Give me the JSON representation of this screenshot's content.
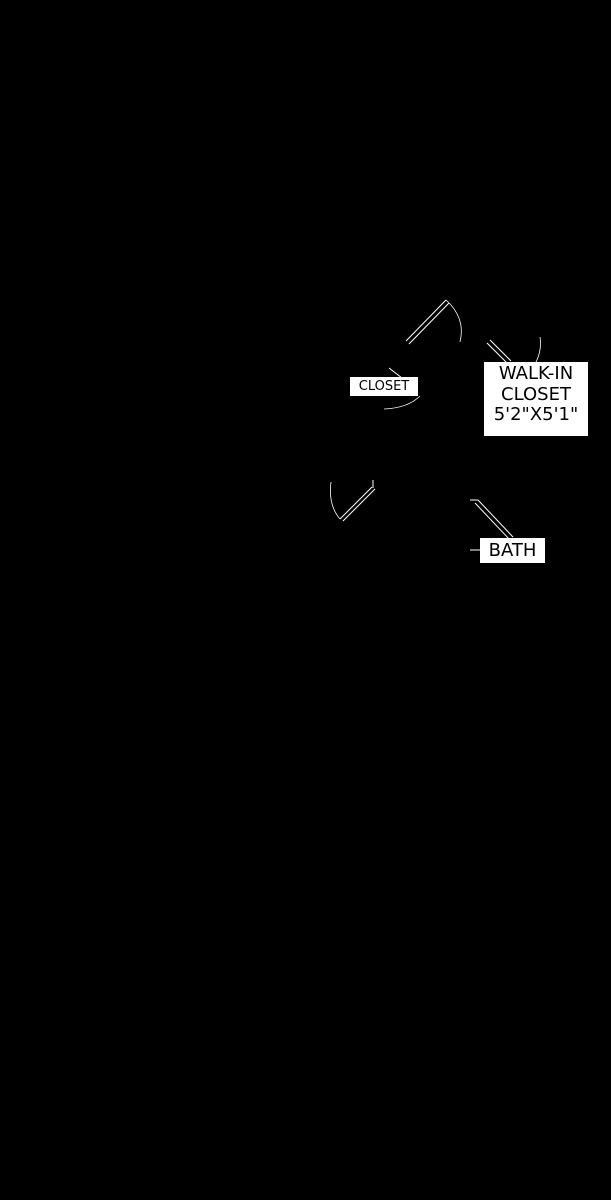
{
  "rooms": {
    "closet": {
      "label": "CLOSET"
    },
    "walk_in_closet": {
      "label_line1": "WALK-IN",
      "label_line2": "CLOSET",
      "dimensions": "5'2\"X5'1\""
    },
    "bath": {
      "label": "BATH"
    }
  },
  "colors": {
    "background": "#000000",
    "lines": "#ffffff",
    "label_background": "#ffffff",
    "label_text": "#000000"
  }
}
